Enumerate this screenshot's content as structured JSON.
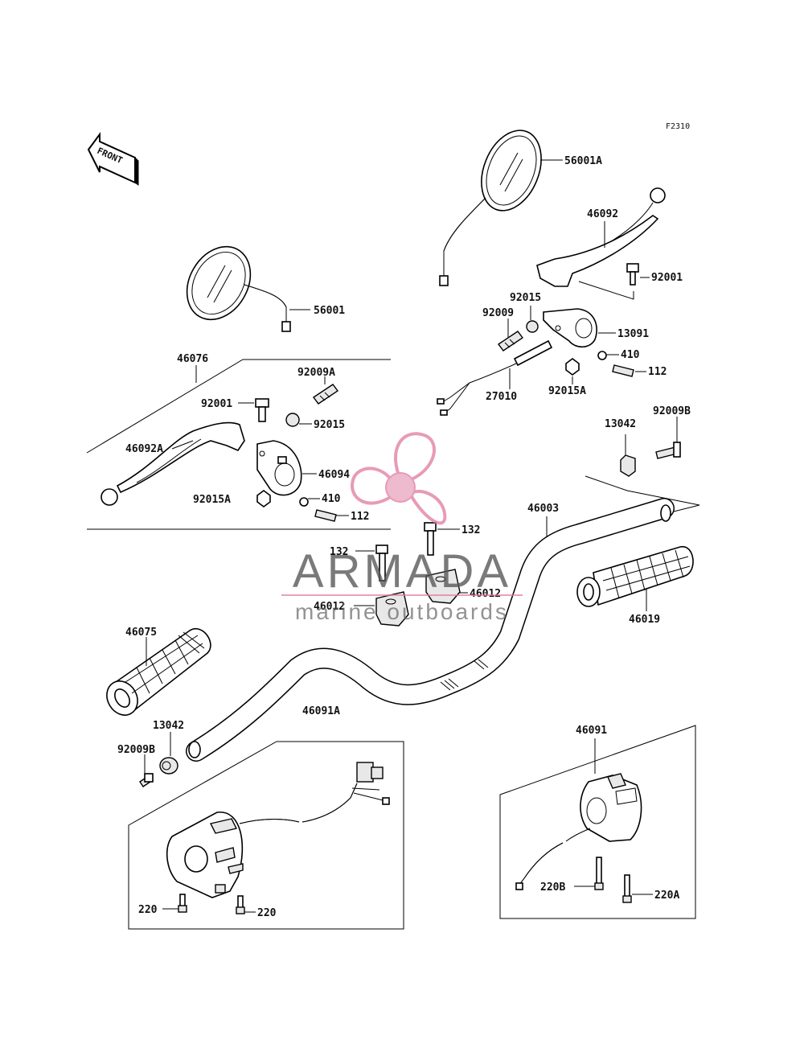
{
  "diagram_code": "F2310",
  "front_arrow_text": "FRONT",
  "watermark": {
    "brand": "ARMADA",
    "tagline": "marine outboards",
    "brand_color": "#555555",
    "logo_color": "#e07aa0"
  },
  "labels": {
    "p56001A": "56001A",
    "p46092": "46092",
    "p92001_r": "92001",
    "p92015_r": "92015",
    "p92009_r": "92009",
    "p13091": "13091",
    "p410_r": "410",
    "p112_r": "112",
    "p27010": "27010",
    "p92015A_r": "92015A",
    "p56001": "56001",
    "p46076": "46076",
    "p92009A": "92009A",
    "p92001_l": "92001",
    "p92015_l": "92015",
    "p46092A": "46092A",
    "p46094": "46094",
    "p92015A_l": "92015A",
    "p410_l": "410",
    "p112_l": "112",
    "p13042_r": "13042",
    "p92009B_r": "92009B",
    "p46003": "46003",
    "p132_r": "132",
    "p132_l": "132",
    "p46012_r": "46012",
    "p46012_l": "46012",
    "p46019": "46019",
    "p46075": "46075",
    "p46091A": "46091A",
    "p13042_l": "13042",
    "p92009B_l": "92009B",
    "p46091": "46091",
    "p220_a": "220",
    "p220_b": "220",
    "p220B": "220B",
    "p220A": "220A"
  }
}
